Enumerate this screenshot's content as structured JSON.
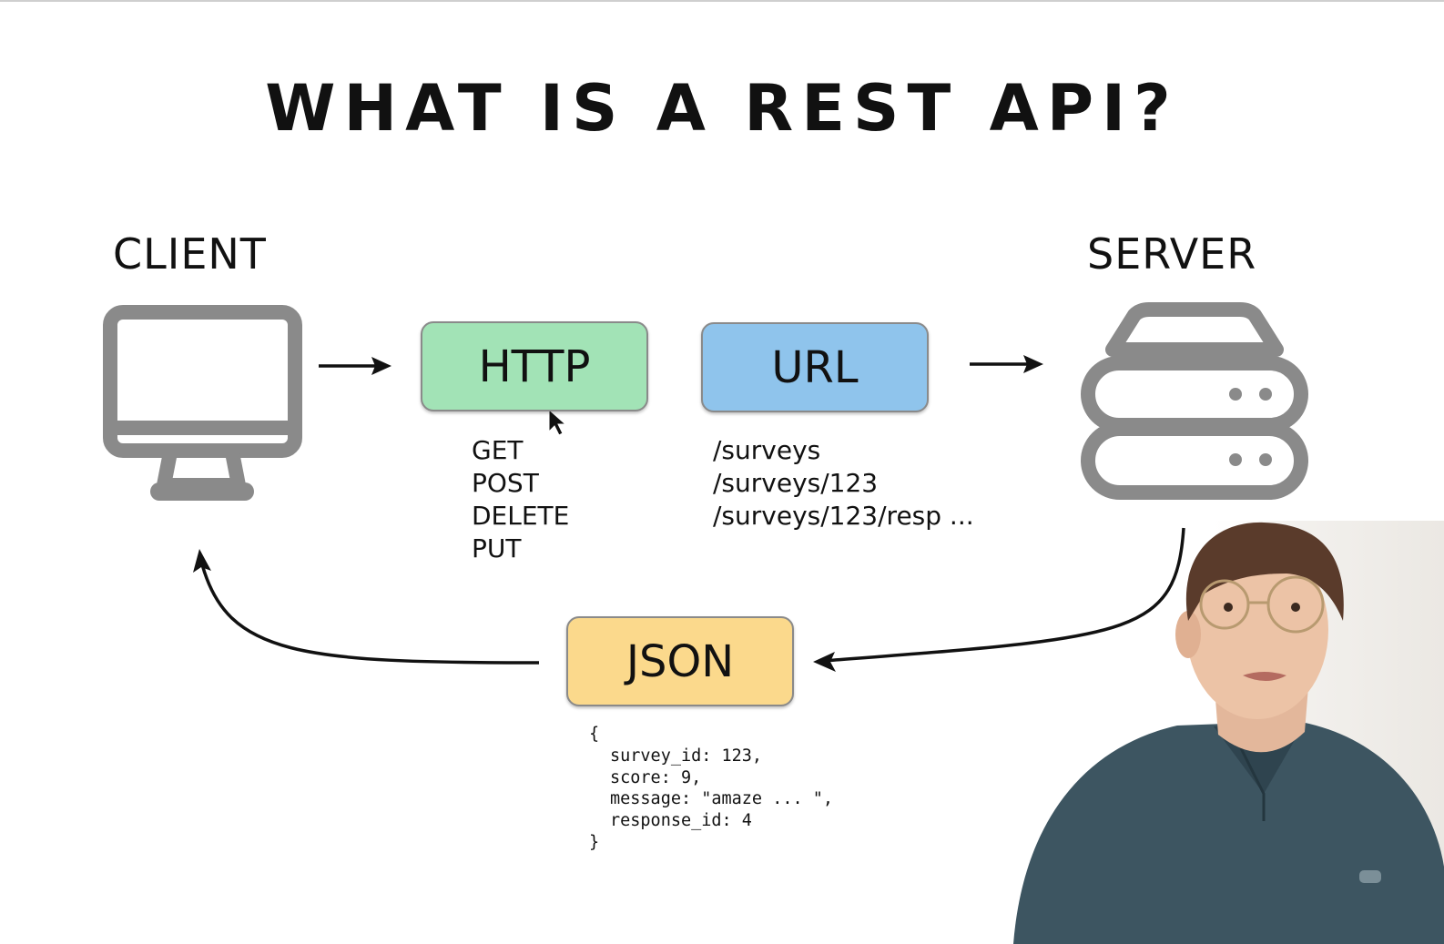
{
  "title": "WHAT IS A REST API?",
  "client": {
    "label": "CLIENT",
    "icon": "monitor-icon"
  },
  "server": {
    "label": "SERVER",
    "icon": "server-stack-icon"
  },
  "http": {
    "label": "HTTP",
    "color": "#a2e3b6",
    "methods": [
      "GET",
      "POST",
      "DELETE",
      "PUT"
    ]
  },
  "url": {
    "label": "URL",
    "color": "#8fc4ec",
    "paths": [
      "/surveys",
      "/surveys/123",
      "/surveys/123/resp ..."
    ]
  },
  "json": {
    "label": "JSON",
    "color": "#fbd98c",
    "code": {
      "open": "{",
      "lines": [
        "survey_id: 123,",
        "score: 9,",
        "message: \"amaze ... \",",
        "response_id: 4"
      ],
      "close": "}"
    }
  },
  "colors": {
    "icon_gray": "#8a8a8a",
    "text": "#111111",
    "shirt": "#3d5561"
  }
}
